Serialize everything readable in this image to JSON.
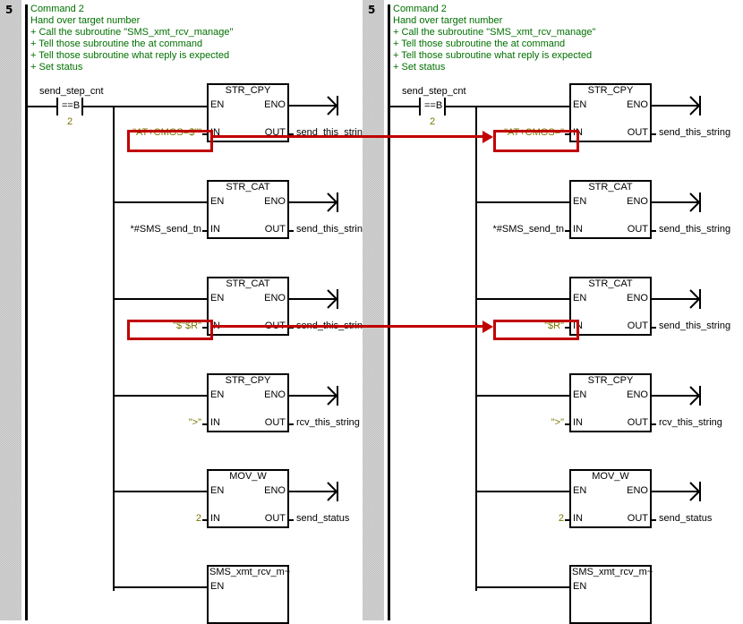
{
  "networks": [
    {
      "id": "left",
      "number": "5",
      "comment": [
        "Command 2",
        "Hand over target number",
        "+ Call the subroutine \"SMS_xmt_rcv_manage\"",
        "+ Tell those subroutine the at command",
        "+ Tell those subroutine what reply is expected",
        "+ Set status"
      ],
      "contact": {
        "label": "send_step_cnt",
        "op": "==B",
        "value": "2"
      },
      "boxes": [
        {
          "title": "STR_CPY",
          "en": "EN",
          "eno": "ENO",
          "in_label": "IN",
          "out_label": "OUT",
          "in_value": "\"AT+CMGS=$\"\"",
          "out_value": "send_this_string",
          "in_const": true
        },
        {
          "title": "STR_CAT",
          "en": "EN",
          "eno": "ENO",
          "in_label": "IN",
          "out_label": "OUT",
          "in_value": "*#SMS_send_tn",
          "out_value": "send_this_string",
          "in_const": false
        },
        {
          "title": "STR_CAT",
          "en": "EN",
          "eno": "ENO",
          "in_label": "IN",
          "out_label": "OUT",
          "in_value": "\"$\"$R\"",
          "out_value": "send_this_string",
          "in_const": true
        },
        {
          "title": "STR_CPY",
          "en": "EN",
          "eno": "ENO",
          "in_label": "IN",
          "out_label": "OUT",
          "in_value": "\">\"",
          "out_value": "rcv_this_string",
          "in_const": true
        },
        {
          "title": "MOV_W",
          "en": "EN",
          "eno": "ENO",
          "in_label": "IN",
          "out_label": "OUT",
          "in_value": "2",
          "out_value": "send_status",
          "in_const": true
        },
        {
          "title": "SMS_xmt_rcv_m~",
          "en": "EN"
        }
      ]
    },
    {
      "id": "right",
      "number": "5",
      "comment": [
        "Command 2",
        "Hand over target number",
        "+ Call the subroutine \"SMS_xmt_rcv_manage\"",
        "+ Tell those subroutine the at command",
        "+ Tell those subroutine what reply is expected",
        "+ Set status"
      ],
      "contact": {
        "label": "send_step_cnt",
        "op": "==B",
        "value": "2"
      },
      "boxes": [
        {
          "title": "STR_CPY",
          "en": "EN",
          "eno": "ENO",
          "in_label": "IN",
          "out_label": "OUT",
          "in_value": "\"AT+CMGS=\"",
          "out_value": "send_this_string",
          "in_const": true
        },
        {
          "title": "STR_CAT",
          "en": "EN",
          "eno": "ENO",
          "in_label": "IN",
          "out_label": "OUT",
          "in_value": "*#SMS_send_tn",
          "out_value": "send_this_string",
          "in_const": false
        },
        {
          "title": "STR_CAT",
          "en": "EN",
          "eno": "ENO",
          "in_label": "IN",
          "out_label": "OUT",
          "in_value": "\"$R\"",
          "out_value": "send_this_string",
          "in_const": true
        },
        {
          "title": "STR_CPY",
          "en": "EN",
          "eno": "ENO",
          "in_label": "IN",
          "out_label": "OUT",
          "in_value": "\">\"",
          "out_value": "rcv_this_string",
          "in_const": true
        },
        {
          "title": "MOV_W",
          "en": "EN",
          "eno": "ENO",
          "in_label": "IN",
          "out_label": "OUT",
          "in_value": "2",
          "out_value": "send_status",
          "in_const": true
        },
        {
          "title": "SMS_xmt_rcv_m~",
          "en": "EN"
        }
      ]
    }
  ],
  "annotations": {
    "highlight_color": "#c00000",
    "arrows": [
      {
        "from": "left.boxes.0.in_value",
        "to": "right.boxes.0.in_value"
      },
      {
        "from": "left.boxes.2.in_value",
        "to": "right.boxes.2.in_value"
      }
    ]
  }
}
